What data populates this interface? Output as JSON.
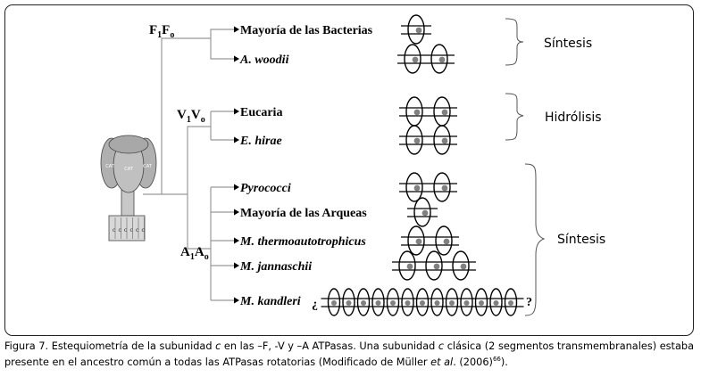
{
  "groups": {
    "f": {
      "base": "F",
      "sub1": "1",
      "mid": "F",
      "sub2": "o"
    },
    "v": {
      "base": "V",
      "sub1": "1",
      "mid": "V",
      "sub2": "o"
    },
    "a": {
      "base": "A",
      "sub1": "1",
      "mid": "A",
      "sub2": "o"
    }
  },
  "organisms": [
    {
      "label": "Mayoría de las Bacterias",
      "italic": false,
      "ellipses": 1
    },
    {
      "label": "A. woodii",
      "italic": true,
      "ellipses": 2
    },
    {
      "label": "Eucaria",
      "italic": false,
      "ellipses": 2
    },
    {
      "label": "E. hirae",
      "italic": true,
      "ellipses": 2
    },
    {
      "label": "Pyrococci",
      "italic": true,
      "ellipses": 2
    },
    {
      "label": "Mayoría de las Arqueas",
      "italic": false,
      "ellipses": 1
    },
    {
      "label": "M. thermoautotrophicus",
      "italic": true,
      "ellipses": 2
    },
    {
      "label": "M. jannaschii",
      "italic": true,
      "ellipses": 3
    },
    {
      "label": "M. kandleri",
      "italic": true,
      "ellipses": 13
    }
  ],
  "kandleri_marks": {
    "open": "¿",
    "close": "?"
  },
  "side_labels": {
    "sintesis_top": "Síntesis",
    "hidrolisis": "Hidrólisis",
    "sintesis_bottom": "Síntesis"
  },
  "motor_labels": {
    "cat": "CAT",
    "c": "c"
  },
  "caption": {
    "part1": "Figura 7. Estequiometría de la subunidad ",
    "c1": "c",
    "part2": " en las –F, -V y –A ATPasas. Una subunidad ",
    "c2": "c",
    "part3": " clásica (2 segmentos transmembranales) estaba presente en el ancestro común a todas las ATPasas rotatorias (Modificado de Müller ",
    "etal": "et al",
    "part4": ". (2006)",
    "ref": "66",
    "part5": ")."
  },
  "colors": {
    "line": "#000000",
    "tree": "#999999",
    "dot": "#808080",
    "motor": "#b0b0b0"
  }
}
